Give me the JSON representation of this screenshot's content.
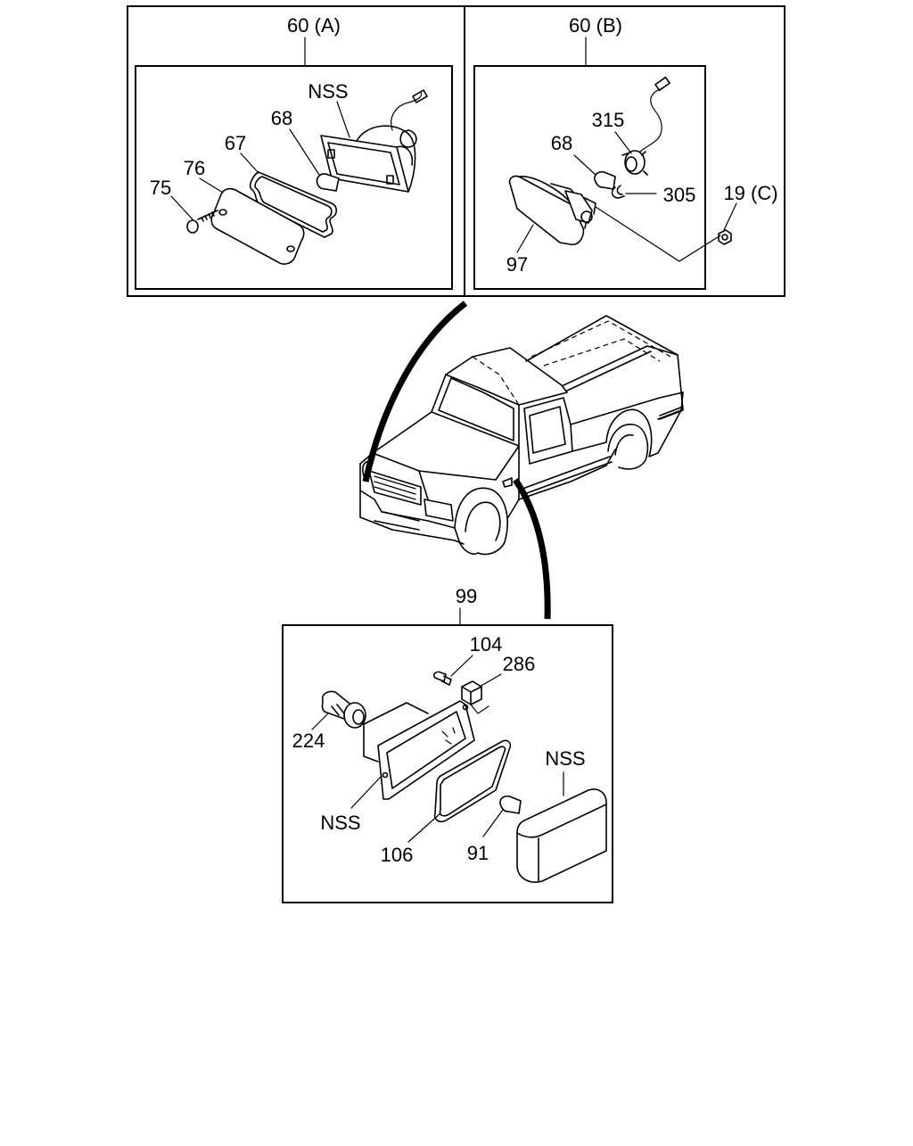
{
  "callouts": {
    "group_a": "60 (A)",
    "group_b": "60 (B)",
    "group_99": "99",
    "a_nss": "NSS",
    "a_68": "68",
    "a_67": "67",
    "a_76": "76",
    "a_75": "75",
    "b_315": "315",
    "b_68": "68",
    "b_305": "305",
    "b_19c": "19 (C)",
    "b_97": "97",
    "c_104": "104",
    "c_286": "286",
    "c_224": "224",
    "c_nss_right": "NSS",
    "c_nss_left": "NSS",
    "c_106": "106",
    "c_91": "91"
  }
}
